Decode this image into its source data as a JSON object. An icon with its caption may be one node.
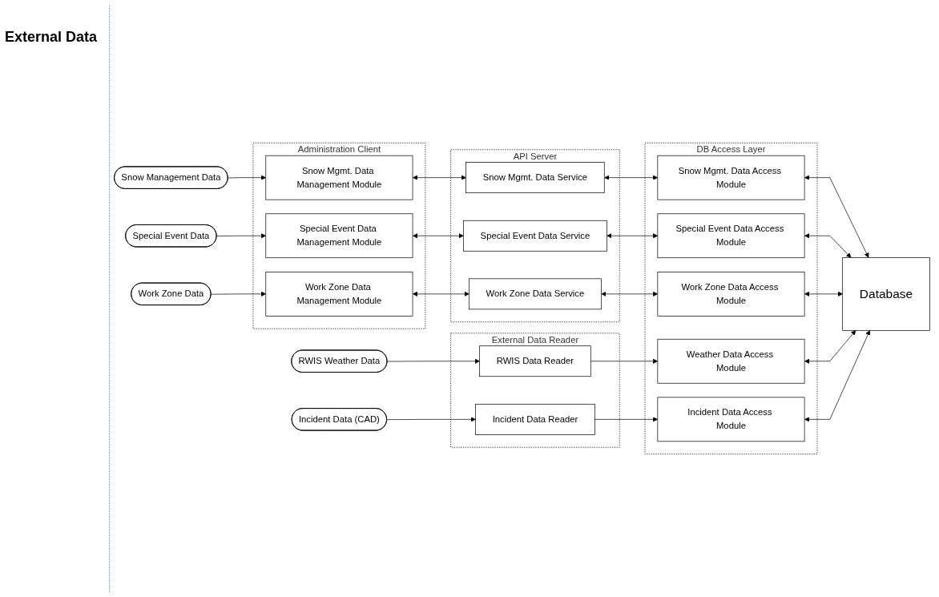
{
  "diagram": {
    "nodes": [
      {
        "text": [
          "Snow Management Data"
        ]
      },
      {
        "text": [
          "Special Event Data"
        ]
      },
      {
        "text": [
          "Work Zone Data"
        ]
      },
      {
        "text": [
          "RWIS Weather Data"
        ]
      },
      {
        "text": [
          "Incident Data (CAD)"
        ]
      },
      {
        "text": [
          "Administration Client"
        ]
      },
      {
        "text": [
          "Snow Mgmt. Data Management Module"
        ],
        "in": 5
      },
      {
        "text": [
          "Special Event Data Management Module"
        ],
        "in": 5
      },
      {
        "text": [
          "Work Zone Data Management Module"
        ],
        "in": 5
      },
      {
        "text": [
          "API Server"
        ]
      },
      {
        "text": [
          "Snow Mgmt. Data Service"
        ],
        "in": 9
      },
      {
        "text": [
          "Special Event Data Service"
        ],
        "in": 9
      },
      {
        "text": [
          "Work Zone Data Service"
        ],
        "in": 9
      },
      {
        "text": [
          "External Data Reader"
        ]
      },
      {
        "text": [
          "RWIS Data Reader"
        ],
        "in": 13
      },
      {
        "text": [
          "Incident Data Reader"
        ],
        "in": 13
      },
      {
        "text": [
          "DB Access Layer"
        ]
      },
      {
        "text": [
          "Snow Mgmt. Data Access Module"
        ],
        "in": 16
      },
      {
        "text": [
          "Special Event Data Access Module"
        ],
        "in": 16
      },
      {
        "text": [
          "Work Zone Data Access Module"
        ],
        "in": 16
      },
      {
        "text": [
          "Weather Data Access Module"
        ],
        "in": 16
      },
      {
        "text": [
          "Incident Data Access Module"
        ],
        "in": 16
      },
      {
        "text": [
          "Database"
        ]
      }
    ],
    "edges": [
      {
        "from": 0,
        "to": 6,
        "arrow": "to"
      },
      {
        "from": 1,
        "to": 7,
        "arrow": "to"
      },
      {
        "from": 2,
        "to": 8,
        "arrow": "to"
      },
      {
        "from": 6,
        "to": 10,
        "arrow": "both"
      },
      {
        "from": 7,
        "to": 11,
        "arrow": "both"
      },
      {
        "from": 8,
        "to": 12,
        "arrow": "both"
      },
      {
        "from": 10,
        "to": 17,
        "arrow": "both"
      },
      {
        "from": 11,
        "to": 18,
        "arrow": "both"
      },
      {
        "from": 12,
        "to": 19,
        "arrow": "both"
      },
      {
        "from": 3,
        "to": 14,
        "arrow": "to"
      },
      {
        "from": 4,
        "to": 15,
        "arrow": "to"
      },
      {
        "from": 14,
        "to": 20,
        "arrow": "to"
      },
      {
        "from": 15,
        "to": 21,
        "arrow": "to"
      },
      {
        "from": 17,
        "to": 22,
        "arrow": "both"
      },
      {
        "from": 18,
        "to": 22,
        "arrow": "both"
      },
      {
        "from": 19,
        "to": 22,
        "arrow": "both"
      },
      {
        "from": 20,
        "to": 22,
        "arrow": "both"
      },
      {
        "from": 21,
        "to": 22,
        "arrow": "both"
      }
    ],
    "labels": [
      "External Data"
    ]
  }
}
